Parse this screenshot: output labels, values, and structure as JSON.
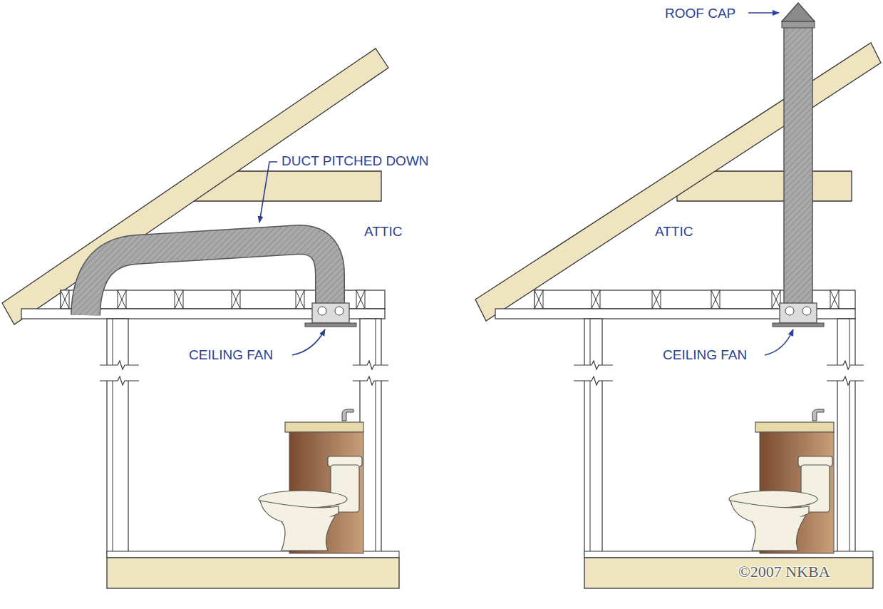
{
  "diagram": {
    "labels": [
      "DUCT PITCHED DOWN",
      "ATTIC",
      "CEILING FAN",
      "ROOF CAP",
      "ATTIC",
      "CEILING FAN",
      "©2007 NKBA"
    ]
  }
}
